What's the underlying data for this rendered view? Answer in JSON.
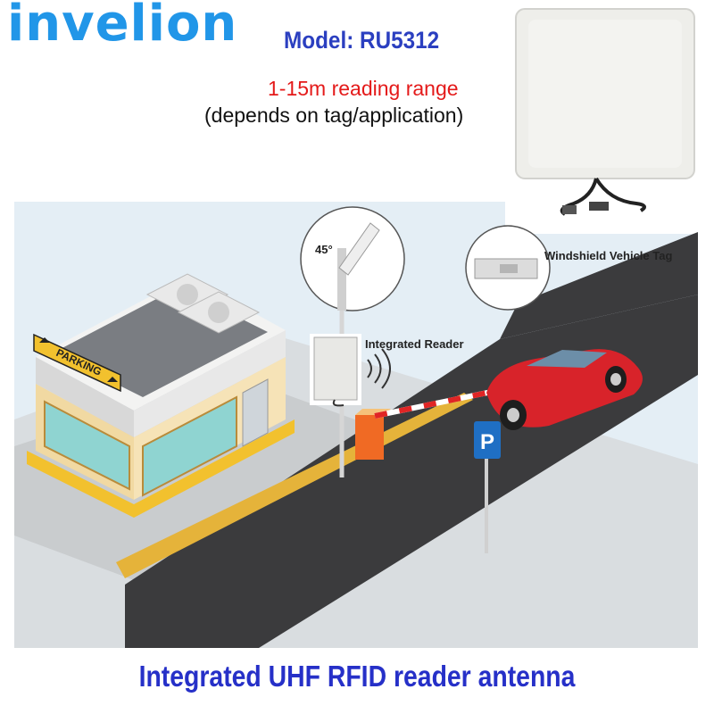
{
  "header": {
    "brand": "invelion",
    "model": "Model: RU5312",
    "range": "1-15m reading range",
    "range_note": "(depends on tag/application)"
  },
  "scene": {
    "parking_sign": "PARKING",
    "mount_angle": "45°",
    "reader_label": "Integrated Reader",
    "tag_label": "Windshield Vehicle Tag",
    "sign_letter": "P"
  },
  "caption": "Integrated UHF RFID reader antenna",
  "colors": {
    "brand": "#2196e8",
    "model": "#2b3fc0",
    "range": "#e41a1a",
    "caption": "#2630c8",
    "sky": "#e4eef5",
    "road": "#3b3b3d",
    "booth_yellow": "#f2c12e",
    "car_red": "#d8232a"
  },
  "icons": [
    "parking-arrow-icon",
    "wireless-signal-icon",
    "parking-sign-icon"
  ]
}
